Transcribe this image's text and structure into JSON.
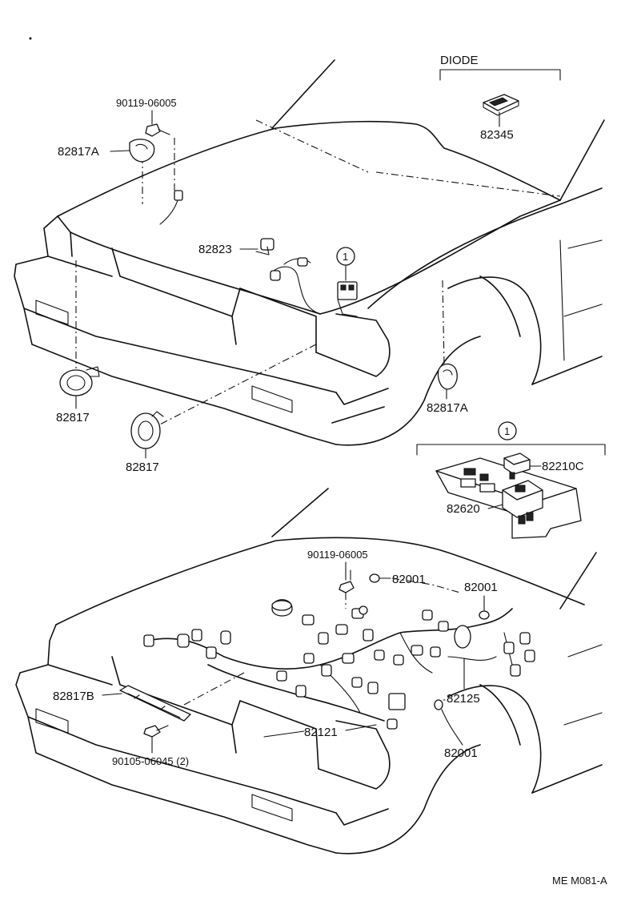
{
  "callouts": {
    "diode_header": "DIODE",
    "circle_marker": "1",
    "top": {
      "bolt_90119": "90119-06005",
      "clamp_82817A_left": "82817A",
      "diode_82345": "82345",
      "connector_82823": "82823",
      "horn_82817_left": "82817",
      "horn_82817_center": "82817",
      "clamp_82817A_right": "82817A"
    },
    "relay_block": {
      "relay_82210C": "82210C",
      "block_82620": "82620"
    },
    "bottom": {
      "bolt_90119": "90119-06005",
      "grommet_82001_a": "82001",
      "grommet_82001_b": "82001",
      "bracket_82817B": "82817B",
      "grommet_82125": "82125",
      "harness_82121": "82121",
      "grommet_82001_c": "82001",
      "bolt_90105": "90105-06045 (2)"
    },
    "figure_code": "ME M081-A"
  }
}
